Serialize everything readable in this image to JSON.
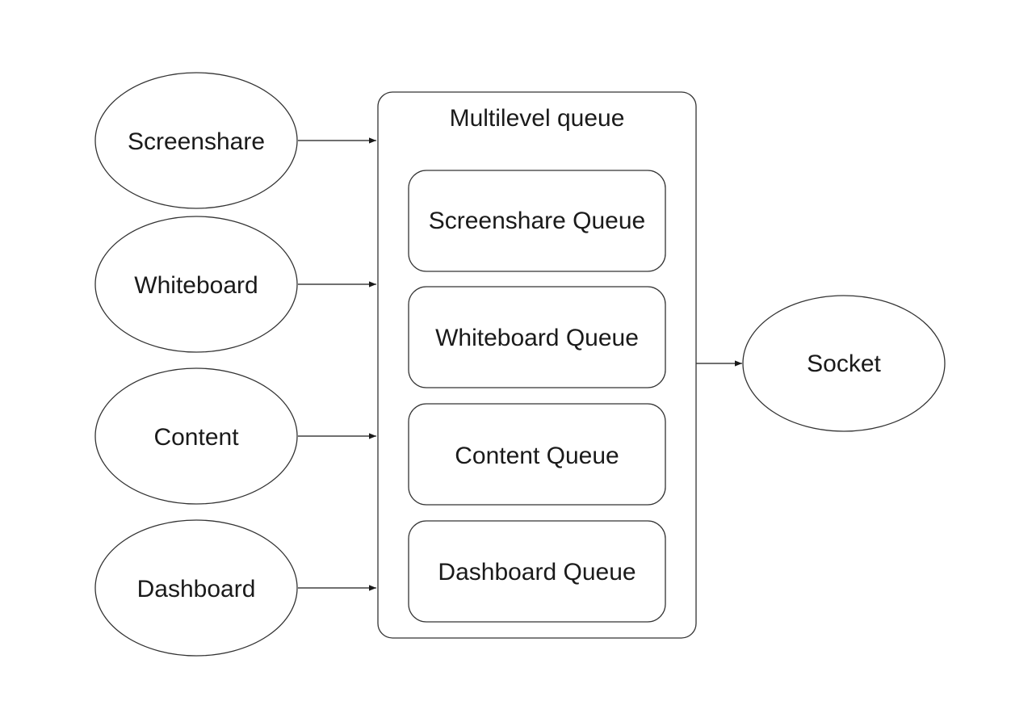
{
  "sources": [
    {
      "id": "screenshare",
      "label": "Screenshare"
    },
    {
      "id": "whiteboard",
      "label": "Whiteboard"
    },
    {
      "id": "content",
      "label": "Content"
    },
    {
      "id": "dashboard",
      "label": "Dashboard"
    }
  ],
  "multilevel_queue": {
    "title": "Multilevel queue",
    "queues": [
      {
        "id": "screenshare-queue",
        "label": "Screenshare Queue"
      },
      {
        "id": "whiteboard-queue",
        "label": "Whiteboard Queue"
      },
      {
        "id": "content-queue",
        "label": "Content Queue"
      },
      {
        "id": "dashboard-queue",
        "label": "Dashboard Queue"
      }
    ]
  },
  "sink": {
    "id": "socket",
    "label": "Socket"
  },
  "edges": [
    {
      "from": "screenshare",
      "to": "multilevel-queue"
    },
    {
      "from": "whiteboard",
      "to": "multilevel-queue"
    },
    {
      "from": "content",
      "to": "multilevel-queue"
    },
    {
      "from": "dashboard",
      "to": "multilevel-queue"
    },
    {
      "from": "multilevel-queue",
      "to": "socket"
    }
  ]
}
